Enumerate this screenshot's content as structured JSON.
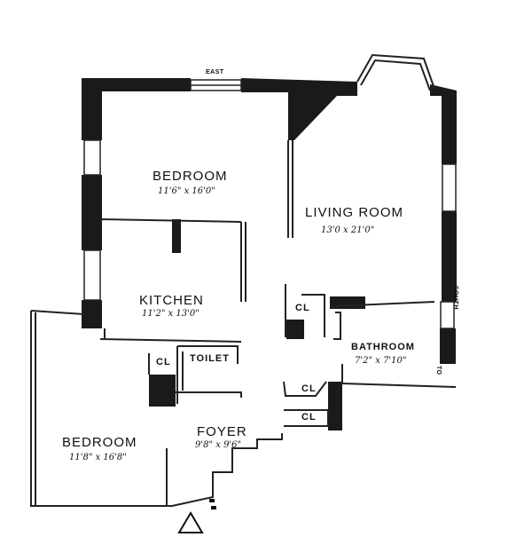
{
  "compass": {
    "east": "EAST",
    "south": "SOUTH"
  },
  "rooms": {
    "bedroom_top": {
      "name": "BEDROOM",
      "dims": "11'6\" x 16'0\""
    },
    "living_room": {
      "name": "LIVING ROOM",
      "dims": "13'0 x 21'0\""
    },
    "kitchen": {
      "name": "KITCHEN",
      "dims": "11'2\" x 13'0\""
    },
    "bathroom": {
      "name": "BATHROOM",
      "dims": "7'2\" x 7'10\""
    },
    "toilet": {
      "name": "TOILET"
    },
    "bedroom_bottom": {
      "name": "BEDROOM",
      "dims": "11'8\" x 16'8\""
    },
    "foyer": {
      "name": "FOYER",
      "dims": "9'8\" x 9'6\""
    }
  },
  "closets": {
    "cl1": "CL",
    "cl2": "CL",
    "cl3": "CL",
    "cl4": "CL"
  },
  "misc": {
    "to": "TO"
  }
}
